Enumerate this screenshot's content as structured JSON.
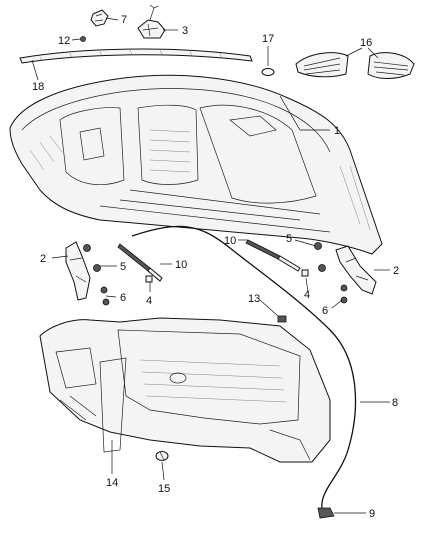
{
  "diagram": {
    "callouts": [
      {
        "id": "c7",
        "text": "7"
      },
      {
        "id": "c3",
        "text": "3"
      },
      {
        "id": "c12",
        "text": "12"
      },
      {
        "id": "c17",
        "text": "17"
      },
      {
        "id": "c16",
        "text": "16"
      },
      {
        "id": "c18",
        "text": "18"
      },
      {
        "id": "c1",
        "text": "1"
      },
      {
        "id": "c2l",
        "text": "2"
      },
      {
        "id": "c5l",
        "text": "5"
      },
      {
        "id": "c10l",
        "text": "10"
      },
      {
        "id": "c6l",
        "text": "6"
      },
      {
        "id": "c4l",
        "text": "4"
      },
      {
        "id": "c10r",
        "text": "10"
      },
      {
        "id": "c5r",
        "text": "5"
      },
      {
        "id": "c2r",
        "text": "2"
      },
      {
        "id": "c4r",
        "text": "4"
      },
      {
        "id": "c6r",
        "text": "6"
      },
      {
        "id": "c13",
        "text": "13"
      },
      {
        "id": "c8",
        "text": "8"
      },
      {
        "id": "c14",
        "text": "14"
      },
      {
        "id": "c15",
        "text": "15"
      },
      {
        "id": "c9",
        "text": "9"
      }
    ]
  }
}
